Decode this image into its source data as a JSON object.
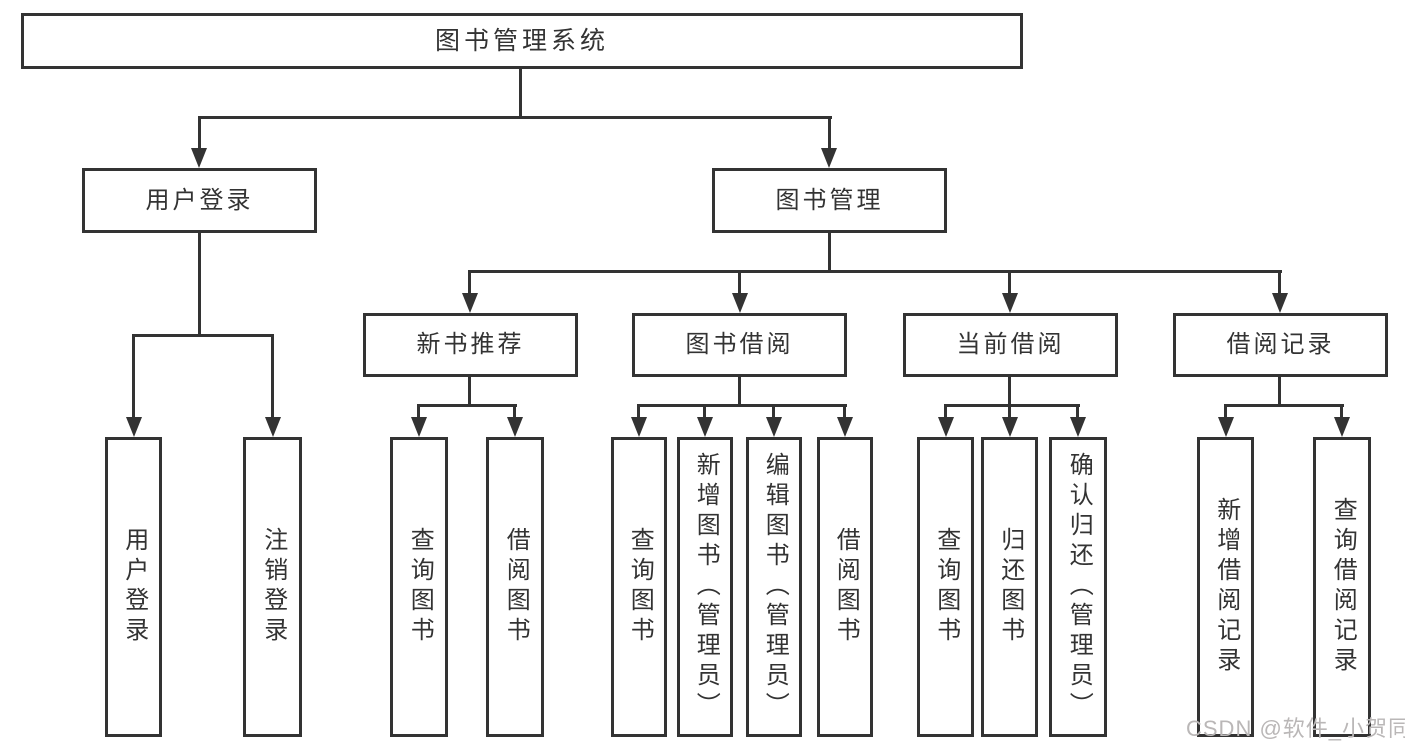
{
  "tree": {
    "root": "图书管理系统",
    "children": [
      {
        "label": "用户登录",
        "children": [
          {
            "label": "用户登录"
          },
          {
            "label": "注销登录"
          }
        ]
      },
      {
        "label": "图书管理",
        "children": [
          {
            "label": "新书推荐",
            "children": [
              {
                "label": "查询图书"
              },
              {
                "label": "借阅图书"
              }
            ]
          },
          {
            "label": "图书借阅",
            "children": [
              {
                "label": "查询图书"
              },
              {
                "label": "新增图书（管理员）"
              },
              {
                "label": "编辑图书（管理员）"
              },
              {
                "label": "借阅图书"
              }
            ]
          },
          {
            "label": "当前借阅",
            "children": [
              {
                "label": "查询图书"
              },
              {
                "label": "归还图书"
              },
              {
                "label": "确认归还（管理员）"
              }
            ]
          },
          {
            "label": "借阅记录",
            "children": [
              {
                "label": "新增借阅记录"
              },
              {
                "label": "查询借阅记录"
              }
            ]
          }
        ]
      }
    ]
  },
  "watermark": "CSDN @软件_小贺同学",
  "colors": {
    "line": "#333333",
    "text": "#333333",
    "watermark": "#bab7b7",
    "background": "#ffffff"
  }
}
